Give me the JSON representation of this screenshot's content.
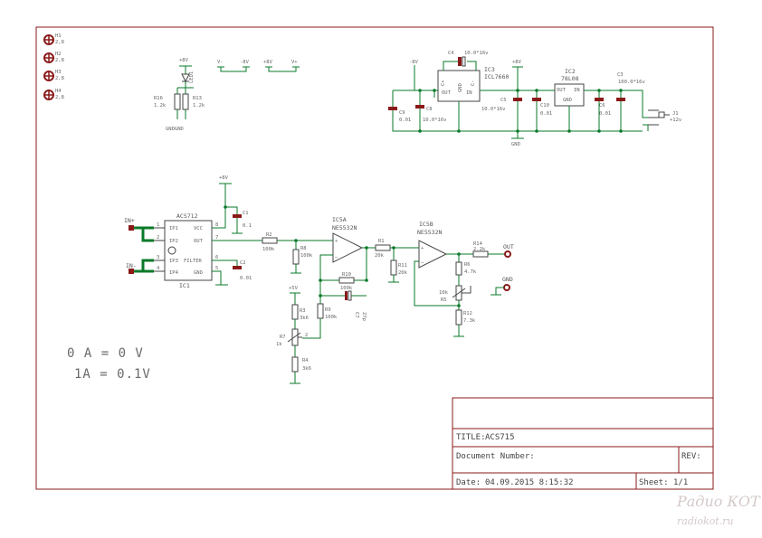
{
  "holes": [
    {
      "ref": "H1",
      "val": "2,8"
    },
    {
      "ref": "H2",
      "val": "2,8"
    },
    {
      "ref": "H3",
      "val": "2,8"
    },
    {
      "ref": "H4",
      "val": "2,8"
    }
  ],
  "supplies": {
    "v_minus": "V-",
    "m8v_a": "-8V",
    "p8v_a": "+8V",
    "v_plus": "V+",
    "p8v_led": "+8V",
    "m8v_reg": "-8V",
    "p8v_reg": "+8V",
    "p8v_ic1": "+8V",
    "p5v": "+5V"
  },
  "led_block": {
    "r16": "R16",
    "r16v": "1.2k",
    "r13": "R13",
    "r13v": "1.2k",
    "led": "LED1",
    "gnd": "GNDGND"
  },
  "power_block": {
    "c4": "C4",
    "c4v": "10.0*16v",
    "ic3": "IC3",
    "ic3v": "ICL7660",
    "c9": "C9",
    "c9v": "0.01",
    "c8": "C8",
    "c8v": "10.0*16v",
    "c5": "C5",
    "c5v": "10.0*16v",
    "c10": "C10",
    "c10v": "0.01",
    "ic2": "IC2",
    "ic2v": "78L08",
    "c3": "C3",
    "c3v": "100.0*16v",
    "c6": "C6",
    "c6v": "0.01",
    "j1": "J1",
    "j1v": "+12v",
    "gnd": "GND",
    "ic3_pins": [
      "C+",
      "C-",
      "GND",
      "OUT",
      "IN"
    ],
    "ic2_pins": [
      "OUT",
      "IN",
      "GND"
    ]
  },
  "sensor_block": {
    "ic1name": "ACS712",
    "ic1ref": "IC1",
    "inp": "IN+",
    "inn": "IN-",
    "pins_left": [
      "IP1",
      "IP2",
      "IP3",
      "IP4"
    ],
    "pins_right": [
      "VCC",
      "OUT",
      "FILTER",
      "GND"
    ],
    "pin_nums": [
      "1",
      "2",
      "3",
      "4",
      "8",
      "7",
      "6",
      "5"
    ],
    "c1": "C1",
    "c1v": "0.1",
    "c2": "C2",
    "c2v": "0.01",
    "r2": "R2",
    "r2v": "100k",
    "r8": "R8",
    "r8v": "100k",
    "ic5a": "IC5A",
    "ic5av": "NE5532N",
    "r10": "R10",
    "r10v": "100k",
    "c7": "C7",
    "c7v": "27p",
    "r3": "R3",
    "r3v": "3k6",
    "r9": "R9",
    "r9v": "100k",
    "r7": "R7",
    "r7v": "1k",
    "r4": "R4",
    "r4v": "3k6",
    "r1": "R1",
    "r1v": "20k",
    "r11": "R11",
    "r11v": "20k",
    "ic5b": "IC5B",
    "ic5bv": "NE5532N",
    "r14": "R14",
    "r14v": "2.2k",
    "r6": "R6",
    "r6v": "4.7k",
    "r5": "R5",
    "r5v": "10k",
    "r12": "R12",
    "r12v": "7.3k",
    "out": "OUT",
    "gnd": "GND"
  },
  "notes": {
    "line1": "0 A = 0 V",
    "line2": "1A = 0.1V"
  },
  "title_block": {
    "title_label": "TITLE:",
    "title": "ACS715",
    "doc_label": "Document Number:",
    "rev_label": "REV:",
    "date_label": "Date:",
    "date": "04.09.2015 8:15:32",
    "sheet_label": "Sheet:",
    "sheet": "1/1"
  },
  "watermark": {
    "line1": "Радио КОТ",
    "line2": "radiokot.ru"
  },
  "colors": {
    "wire": "#0a7a2a",
    "frame": "#8a1a1a",
    "part": "#444444"
  }
}
